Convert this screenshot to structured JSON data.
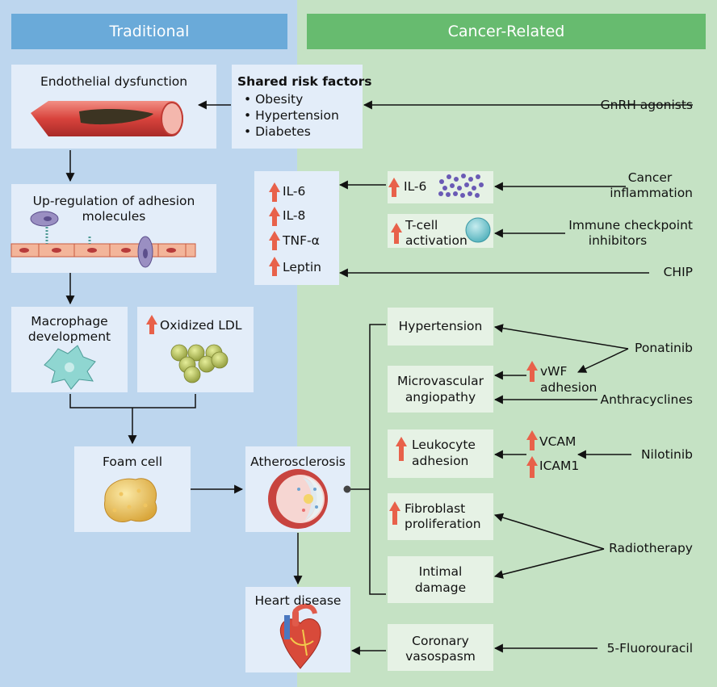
{
  "headers": {
    "traditional": "Traditional",
    "cancer": "Cancer-Related"
  },
  "traditional": {
    "endothelial": "Endothelial dysfunction",
    "upreg_l1": "Up-regulation of adhesion",
    "upreg_l2": "molecules",
    "macro_l1": "Macrophage",
    "macro_l2": "development",
    "oxldl": "Oxidized LDL",
    "foam": "Foam cell",
    "athero": "Atherosclerosis",
    "heart": "Heart disease"
  },
  "shared": {
    "title": "Shared risk factors",
    "items": [
      "• Obesity",
      "• Hypertension",
      "• Diabetes"
    ]
  },
  "cytokines": [
    "IL-6",
    "IL-8",
    "TNF-α",
    "Leptin"
  ],
  "cancer": {
    "il6": "IL-6",
    "tcell_l1": "T-cell",
    "tcell_l2": "activation",
    "hypertension": "Hypertension",
    "micro_l1": "Microvascular",
    "micro_l2": "angiopathy",
    "vwf_l1": "vWF",
    "vwf_l2": "adhesion",
    "leuko_l1": "Leukocyte",
    "leuko_l2": "adhesion",
    "vcam": "VCAM",
    "icam": "ICAM1",
    "fibro_l1": "Fibroblast",
    "fibro_l2": "proliferation",
    "intimal_l1": "Intimal",
    "intimal_l2": "damage",
    "coronary_l1": "Coronary",
    "coronary_l2": "vasospasm"
  },
  "sources": {
    "gnrh": "GnRH agonists",
    "cancer_l1": "Cancer",
    "cancer_l2": "inflammation",
    "immune_l1": "Immune checkpoint",
    "immune_l2": "inhibitors",
    "chip": "CHIP",
    "ponatinib": "Ponatinib",
    "anthracyclines": "Anthracyclines",
    "nilotinib": "Nilotinib",
    "radiotherapy": "Radiotherapy",
    "fluorouracil": "5-Fluorouracil"
  },
  "colors": {
    "traditional_bg": "#bdd6ee",
    "cancer_bg": "#c5e2c4",
    "traditional_header": "#6aaad9",
    "cancer_header": "#67bb6f",
    "up_arrow": "#e8614a"
  }
}
